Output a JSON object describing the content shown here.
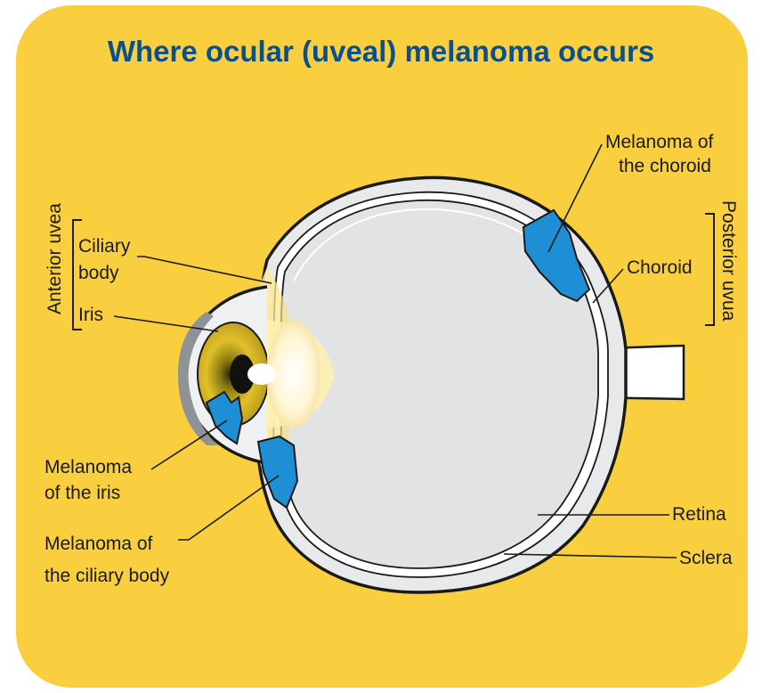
{
  "title": "Where ocular (uveal) melanoma occurs",
  "colors": {
    "background_panel": "#f9cf3f",
    "title": "#0b4f8c",
    "melanoma": "#1e8fd4",
    "eye_fill": "#e2e3e5",
    "sclera_band": "#e8e9ea",
    "outline": "#1a1a1a"
  },
  "labels": {
    "melanoma_choroid_line1": "Melanoma of",
    "melanoma_choroid_line2": "the choroid",
    "posterior_uvea": "Posterior uvua",
    "choroid": "Choroid",
    "anterior_uvea": "Anterior uvea",
    "ciliary_line1": "Ciliary",
    "ciliary_line2": "body",
    "iris": "Iris",
    "melanoma_iris_line1": "Melanoma",
    "melanoma_iris_line2": "of the iris",
    "melanoma_ciliary_line1": "Melanoma of",
    "melanoma_ciliary_line2": "the ciliary body",
    "retina": "Retina",
    "sclera": "Sclera"
  }
}
